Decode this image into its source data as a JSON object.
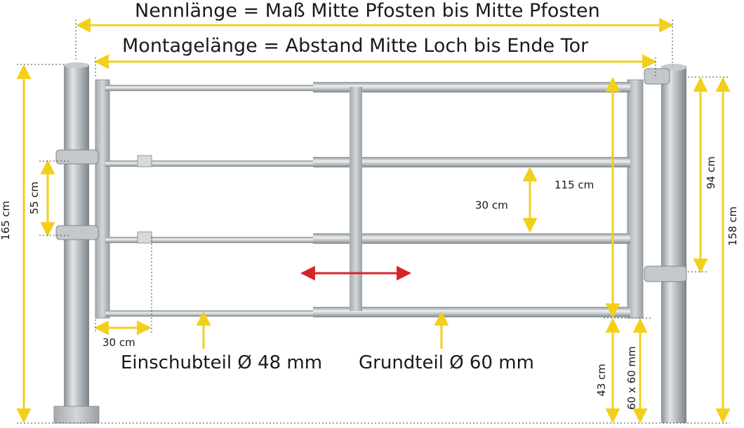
{
  "titles": {
    "nominal_length": "Nennlänge = Maß Mitte Pfosten bis Mitte Pfosten",
    "mounting_length": "Montagelänge = Abstand Mitte Loch bis Ende Tor"
  },
  "dimensions": {
    "left_post_height": "165 cm",
    "right_post_height": "158 cm",
    "hinge_spacing": "55 cm",
    "latch_spacing": "94 cm",
    "gate_height": "115 cm",
    "rail_spacing": "30 cm",
    "overlap_length": "30 cm",
    "ground_clearance": "43 cm",
    "frame_profile": "60 x 60 mm"
  },
  "parts": {
    "insert_part": "Einschubteil Ø 48 mm",
    "base_part": "Grundteil Ø 60 mm"
  },
  "colors": {
    "dimension_line": "#f2cf1b",
    "adjust_arrow": "#d8232a",
    "steel_dark": "#8e9599",
    "steel_light": "#dde1e3",
    "text": "#1a1a1a"
  }
}
